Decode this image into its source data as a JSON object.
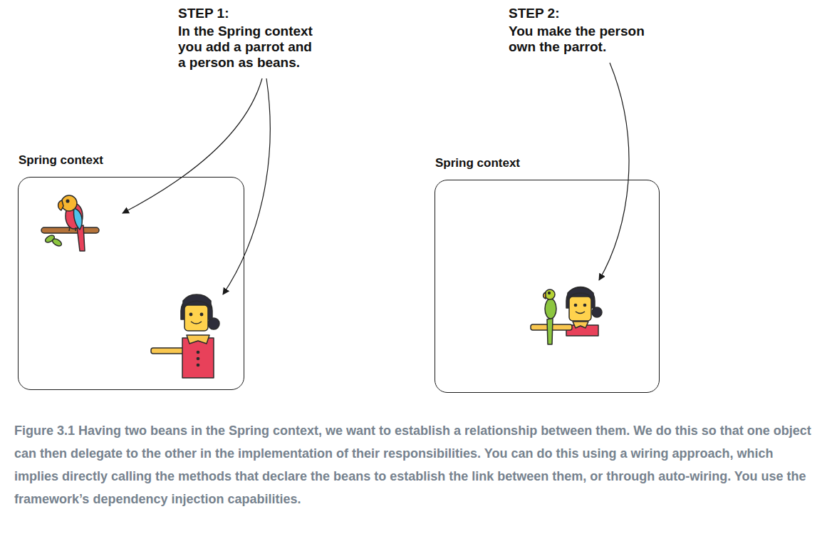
{
  "diagram": {
    "caption": "Figure 3.1 Having two beans in the Spring context, we want to establish a relationship between them. We do this so that one object can then delegate to the other in the implementation of their responsibilities. You can do this using a wiring approach, which implies directly calling the methods that declare the beans to establish the link between them, or through auto-wiring. You use the framework’s dependency injection capabilities.",
    "nodes": [
      {
        "text": [
          "Spring context"
        ]
      },
      {
        "text": [
          "Spring context"
        ]
      }
    ],
    "labels": [
      "STEP 1:",
      "In the Spring context you add a parrot and a person as beans.",
      "STEP 2:",
      "You make the person own the parrot."
    ]
  }
}
